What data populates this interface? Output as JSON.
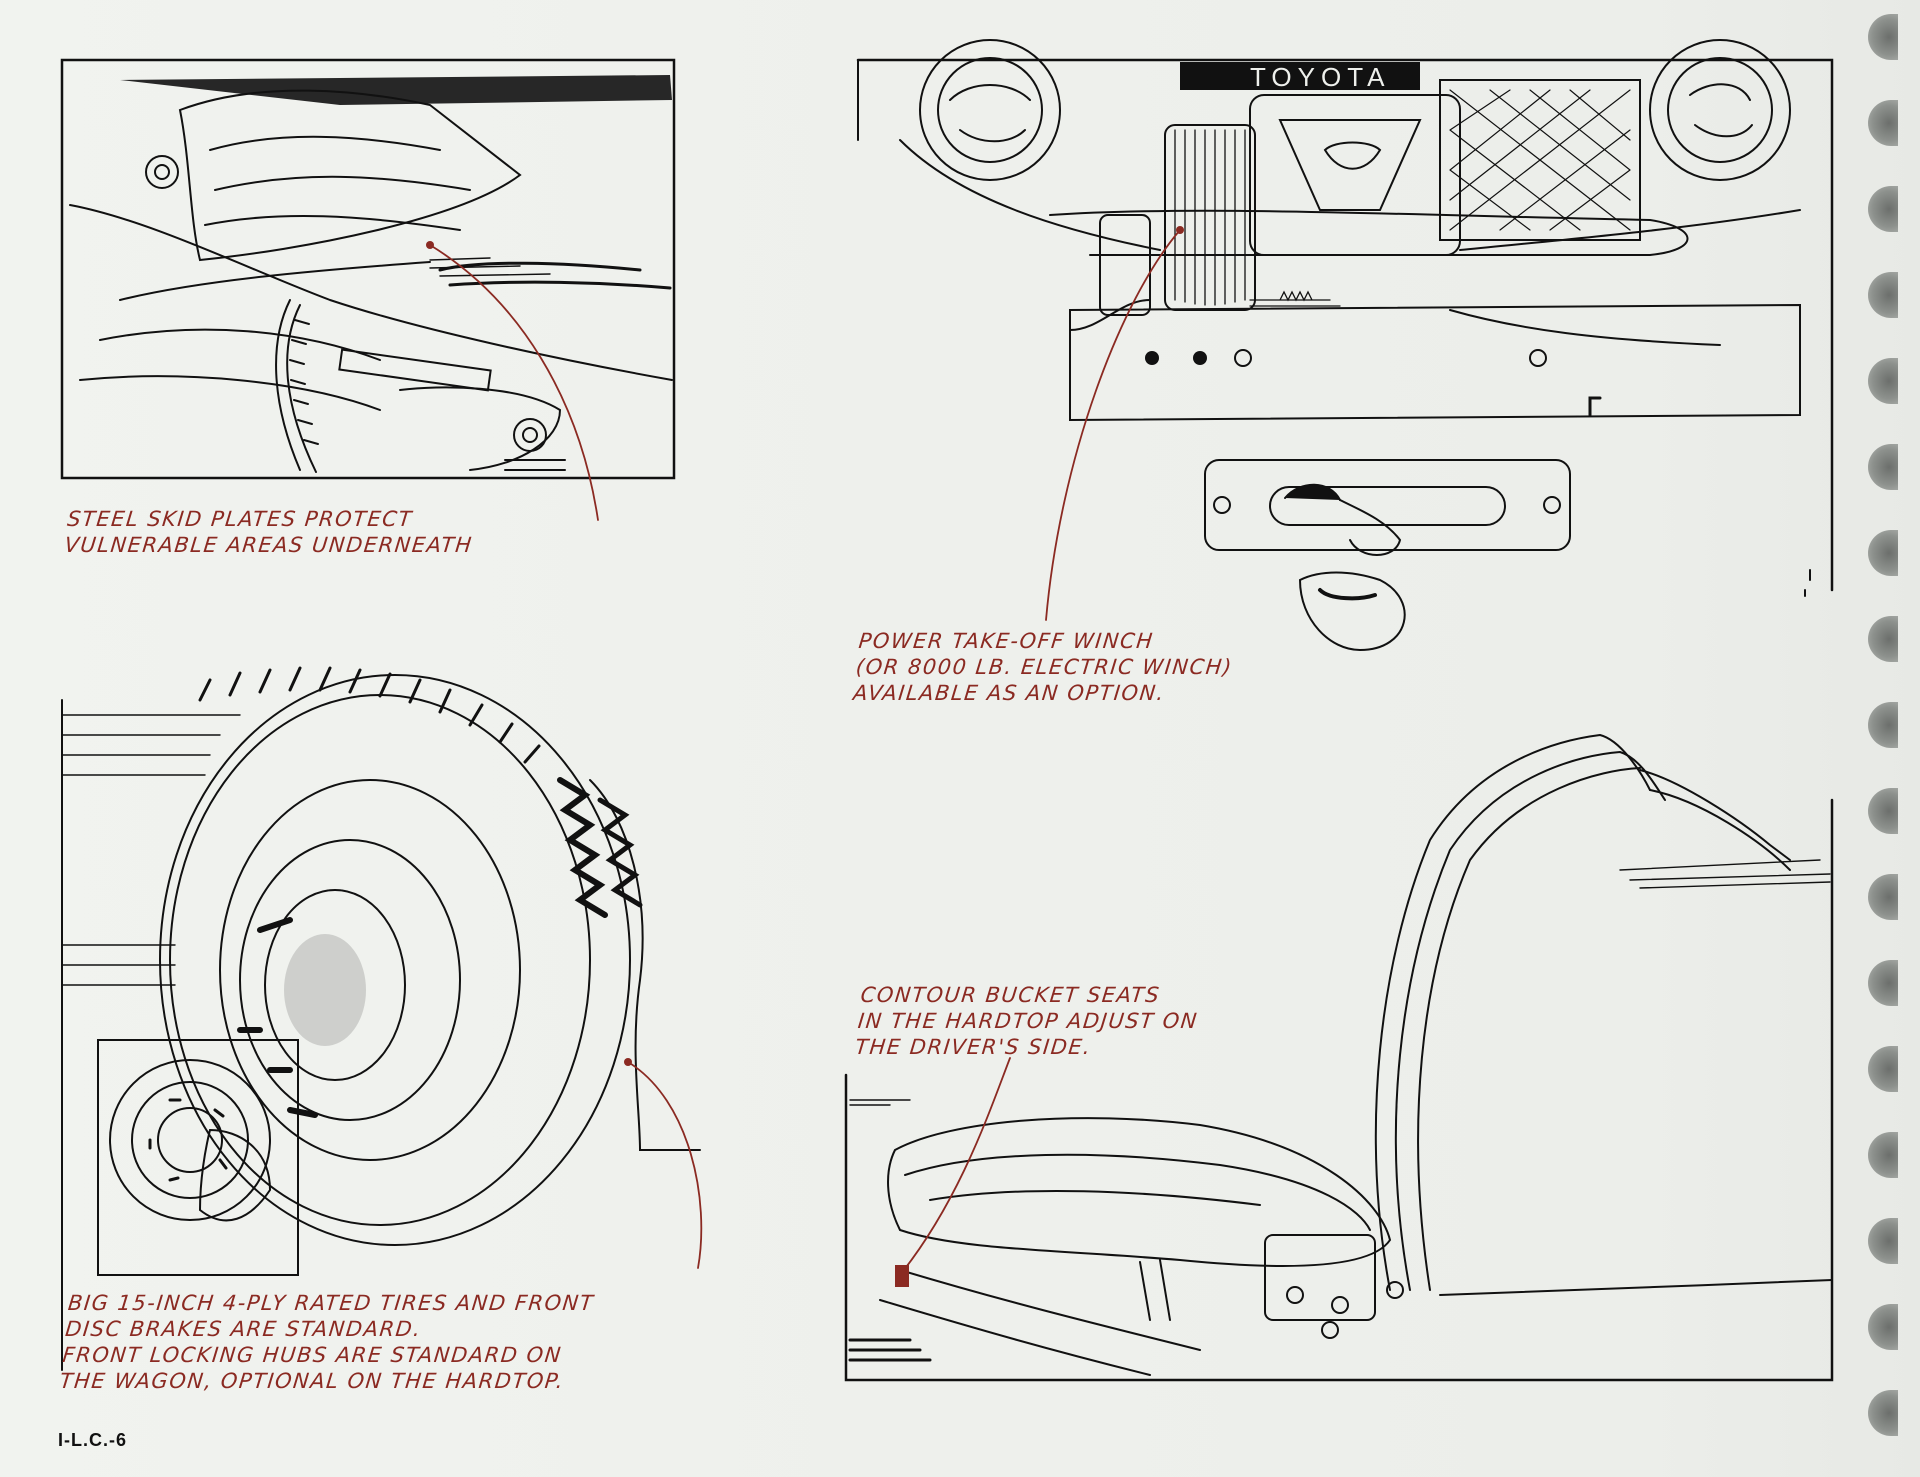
{
  "captions": {
    "skid_plates": [
      "STEEL SKID PLATES PROTECT",
      "VULNERABLE AREAS UNDERNEATH"
    ],
    "winch": [
      "POWER TAKE-OFF WINCH",
      "(OR 8000 LB. ELECTRIC WINCH)",
      "AVAILABLE AS AN OPTION."
    ],
    "tires": [
      "BIG 15-INCH 4-PLY RATED TIRES AND FRONT",
      "DISC BRAKES ARE STANDARD.",
      "FRONT LOCKING HUBS ARE STANDARD ON",
      "THE WAGON, OPTIONAL ON THE HARDTOP."
    ],
    "seats": [
      "CONTOUR BUCKET SEATS",
      "IN THE HARDTOP ADJUST ON",
      "THE DRIVER'S SIDE."
    ]
  },
  "grille_lettering": "TOYOTA",
  "page_number": "I-L.C.-6",
  "colors": {
    "ink": "#111111",
    "caption": "#8b2a22",
    "paper": "#eef0ec"
  }
}
